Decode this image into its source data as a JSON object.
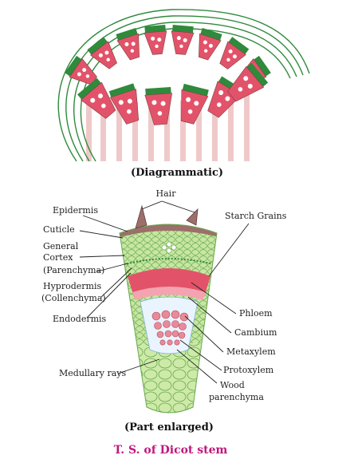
{
  "captions": {
    "diagrammatic": "(Diagrammatic)",
    "part_enlarged": "(Part enlarged)"
  },
  "title": "T. S. of Dicot stem",
  "labels": {
    "hair": "Hair",
    "epidermis": "Epidermis",
    "starch_grains": "Starch Grains",
    "cuticle": "Cuticle",
    "general_cortex_1": "General",
    "general_cortex_2": "Cortex",
    "general_cortex_3": "(Parenchyma)",
    "hypodermis_1": "Hyprodermis",
    "hypodermis_2": "(Collenchyma)",
    "endodermis": "Endodermis",
    "phloem": "Phloem",
    "cambium": "Cambium",
    "metaxylem": "Metaxylem",
    "protoxylem": "Protoxylem",
    "medullary_rays": "Medullary rays",
    "wood_parenchyma_1": "Wood",
    "wood_parenchyma_2": "parenchyma"
  },
  "colors": {
    "outline_green": "#2f8a3c",
    "bundle_pink": "#e2536a",
    "bundle_light": "#f4a3b1",
    "cortex_green": "#b9dc8f",
    "epidermis_brown": "#9c6f6a",
    "title_magenta": "#c0177e"
  }
}
